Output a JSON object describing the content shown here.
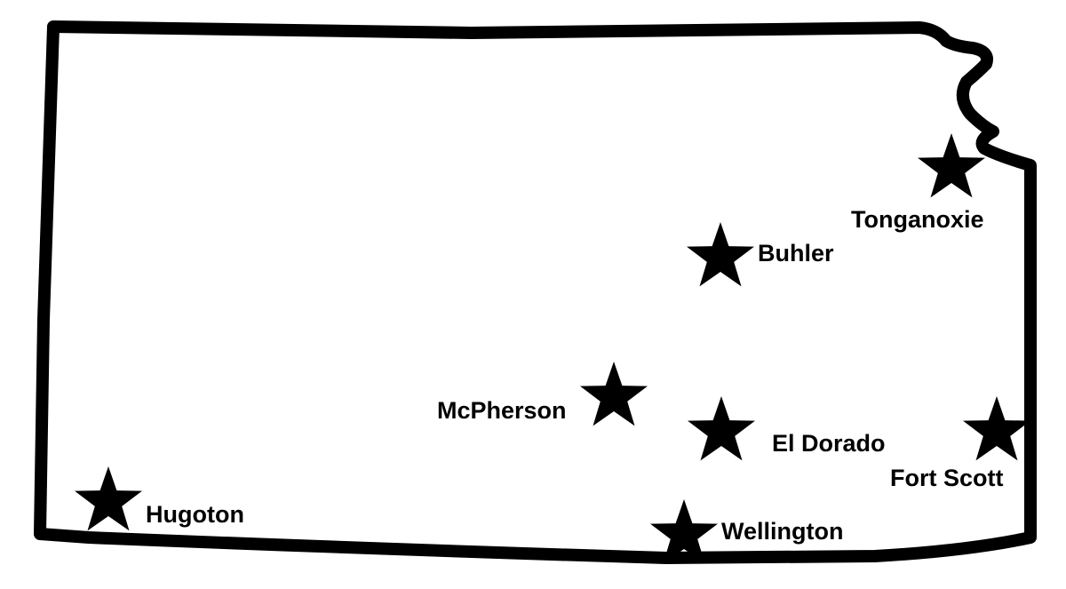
{
  "map": {
    "state": "Kansas",
    "colors": {
      "background": "#ffffff",
      "outline": "#000000",
      "marker": "#000000",
      "label": "#000000"
    },
    "marker_icon": "star-icon",
    "cities": [
      {
        "id": "tonganoxie",
        "label": "Tonganoxie"
      },
      {
        "id": "buhler",
        "label": "Buhler"
      },
      {
        "id": "mcpherson",
        "label": "McPherson"
      },
      {
        "id": "el-dorado",
        "label": "El Dorado"
      },
      {
        "id": "fort-scott",
        "label": "Fort Scott"
      },
      {
        "id": "hugoton",
        "label": "Hugoton"
      },
      {
        "id": "wellington",
        "label": "Wellington"
      }
    ]
  }
}
